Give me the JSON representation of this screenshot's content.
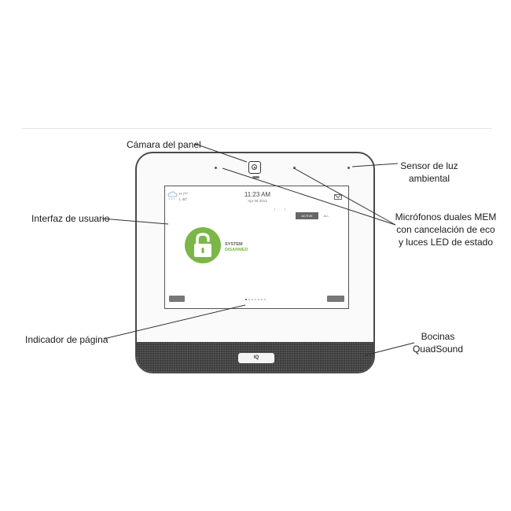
{
  "callouts": {
    "camera": "Cámara del panel",
    "ui": "Interfaz de usuario",
    "page_indicator": "Indicador de página",
    "light_sensor": [
      "Sensor de luz",
      "ambiental"
    ],
    "mics": [
      "Micrófonos duales MEM",
      "con cancelación de eco",
      "y luces LED de estado"
    ],
    "speakers": [
      "Bocinas",
      "QuadSound"
    ]
  },
  "screen": {
    "temp_high": "H 77°",
    "temp_low": "L 40°",
    "time": "11:23 AM",
    "date": "Apr 05 2013",
    "tab_active": "ACTIVE",
    "tab_all": "ALL",
    "status_line1": "SYSTEM",
    "status_line2": "DISARMED",
    "page_count": 7,
    "active_page": 1
  },
  "device": {
    "logo": "IQ"
  },
  "colors": {
    "status_green": "#7ab648",
    "bezel": "#4a4a4a",
    "grille": "#3c3c3c"
  },
  "icons": [
    "camera-icon",
    "cloud-rain-icon",
    "mail-icon",
    "padlock-open-icon"
  ]
}
